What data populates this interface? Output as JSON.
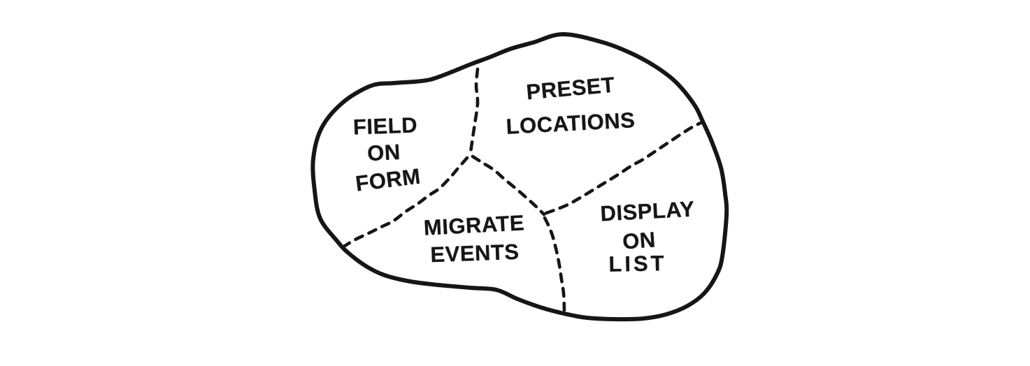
{
  "canvas": {
    "background_color": "#ffffff",
    "ink_color": "#161616"
  },
  "diagram": {
    "type": "hand-drawn-blob-map",
    "regions": [
      {
        "name": "field-on-form",
        "lines": [
          "FIELD",
          "ON",
          "FORM"
        ]
      },
      {
        "name": "preset-locations",
        "lines": [
          "PRESET",
          "LOCATIONS"
        ]
      },
      {
        "name": "migrate-events",
        "lines": [
          "MIGRATE",
          "EVENTS"
        ]
      },
      {
        "name": "display-on-list",
        "lines": [
          "DISPLAY",
          "ON",
          "LIST"
        ]
      }
    ]
  }
}
